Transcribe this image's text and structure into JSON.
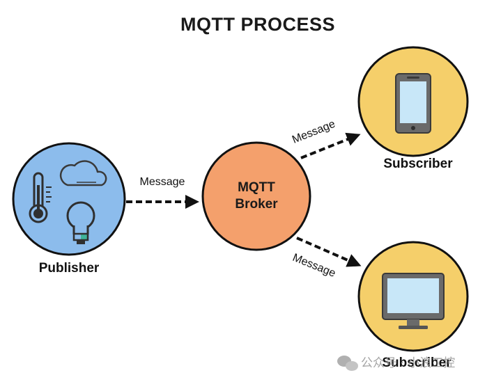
{
  "title": "MQTT PROCESS",
  "publisher": {
    "label": "Publisher"
  },
  "broker": {
    "line1": "MQTT",
    "line2": "Broker"
  },
  "subscriber_phone": {
    "label": "Subscriber"
  },
  "subscriber_monitor": {
    "label": "Subscriber"
  },
  "arrows": {
    "to_broker": "Message",
    "to_phone": "Message",
    "to_monitor": "Message"
  },
  "watermark": {
    "text": "公众号 · 小浪工控"
  },
  "colors": {
    "publisher_fill": "#8cbcec",
    "broker_fill": "#f4a06c",
    "subscriber_fill": "#f5cf6a",
    "outline": "#111111",
    "arrow": "#111111"
  },
  "icons": [
    "thermometer-icon",
    "cloud-icon",
    "lightbulb-icon",
    "phone-icon",
    "monitor-icon"
  ]
}
